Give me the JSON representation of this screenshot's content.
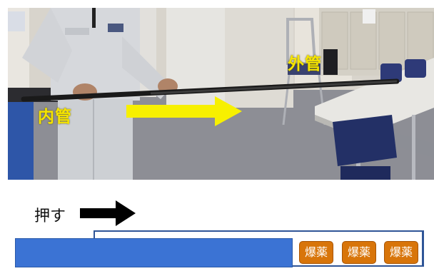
{
  "photo": {
    "inner_tube_label": "内管",
    "outer_tube_label": "外管"
  },
  "diagram": {
    "push_label": "押す",
    "explosive_labels": [
      "爆薬",
      "爆薬",
      "爆薬"
    ]
  },
  "colors": {
    "label_yellow": "#f5e400",
    "arrow_yellow": "#f7f000",
    "inner_tube_blue": "#3b73d4",
    "outer_tube_outline": "#2f5597",
    "explosive_orange": "#d8750a",
    "push_arrow": "#000000"
  },
  "icons": [
    "yellow-right-arrow-icon",
    "black-right-arrow-icon"
  ]
}
